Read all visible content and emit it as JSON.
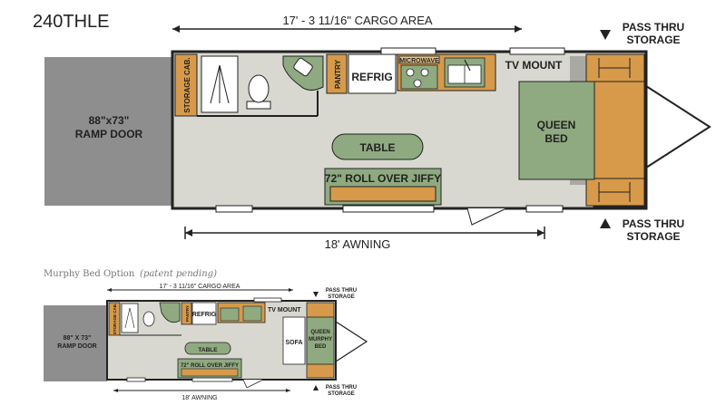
{
  "model": "240THLE",
  "main": {
    "cargo_area": "17' - 3 11/16\" CARGO AREA",
    "awning": "18' AWNING",
    "pass_thru_top_line1": "PASS THRU",
    "pass_thru_top_line2": "STORAGE",
    "pass_thru_bottom_line1": "PASS THRU",
    "pass_thru_bottom_line2": "STORAGE",
    "ramp_line1": "88\"x73\"",
    "ramp_line2": "RAMP DOOR",
    "storage_cab": "STORAGE CAB.",
    "pantry": "PANTRY",
    "refrig": "REFRIG",
    "microwave": "MICROWAVE",
    "tv_mount": "TV MOUNT",
    "queen_line1": "QUEEN",
    "queen_line2": "BED",
    "table": "TABLE",
    "jiffy": "72\" ROLL OVER JIFFY"
  },
  "option": {
    "caption": "Murphy Bed Option",
    "caption_note": "(patent pending)",
    "cargo_area": "17' - 3 11/16\" CARGO AREA",
    "awning": "18' AWNING",
    "pass_thru_top_line1": "PASS THRU",
    "pass_thru_top_line2": "STORAGE",
    "pass_thru_bottom_line1": "PASS THRU",
    "pass_thru_bottom_line2": "STORAGE",
    "ramp_line1": "88\" X 73\"",
    "ramp_line2": "RAMP DOOR",
    "storage_cab": "STORAGE CAB.",
    "pantry": "PANTRY",
    "refrig": "REFRIG",
    "tv_mount": "TV MOUNT",
    "sofa": "SOFA",
    "queen_line1": "QUEEN",
    "queen_line2": "MURPHY",
    "queen_line3": "BED",
    "table": "TABLE",
    "jiffy": "72\" ROLL OVER JIFFY"
  },
  "colors": {
    "floor": "#d8d8d0",
    "ramp": "#8e8e8e",
    "cabinet": "#d69a4a",
    "green": "#8faa80",
    "outline": "#222222"
  }
}
